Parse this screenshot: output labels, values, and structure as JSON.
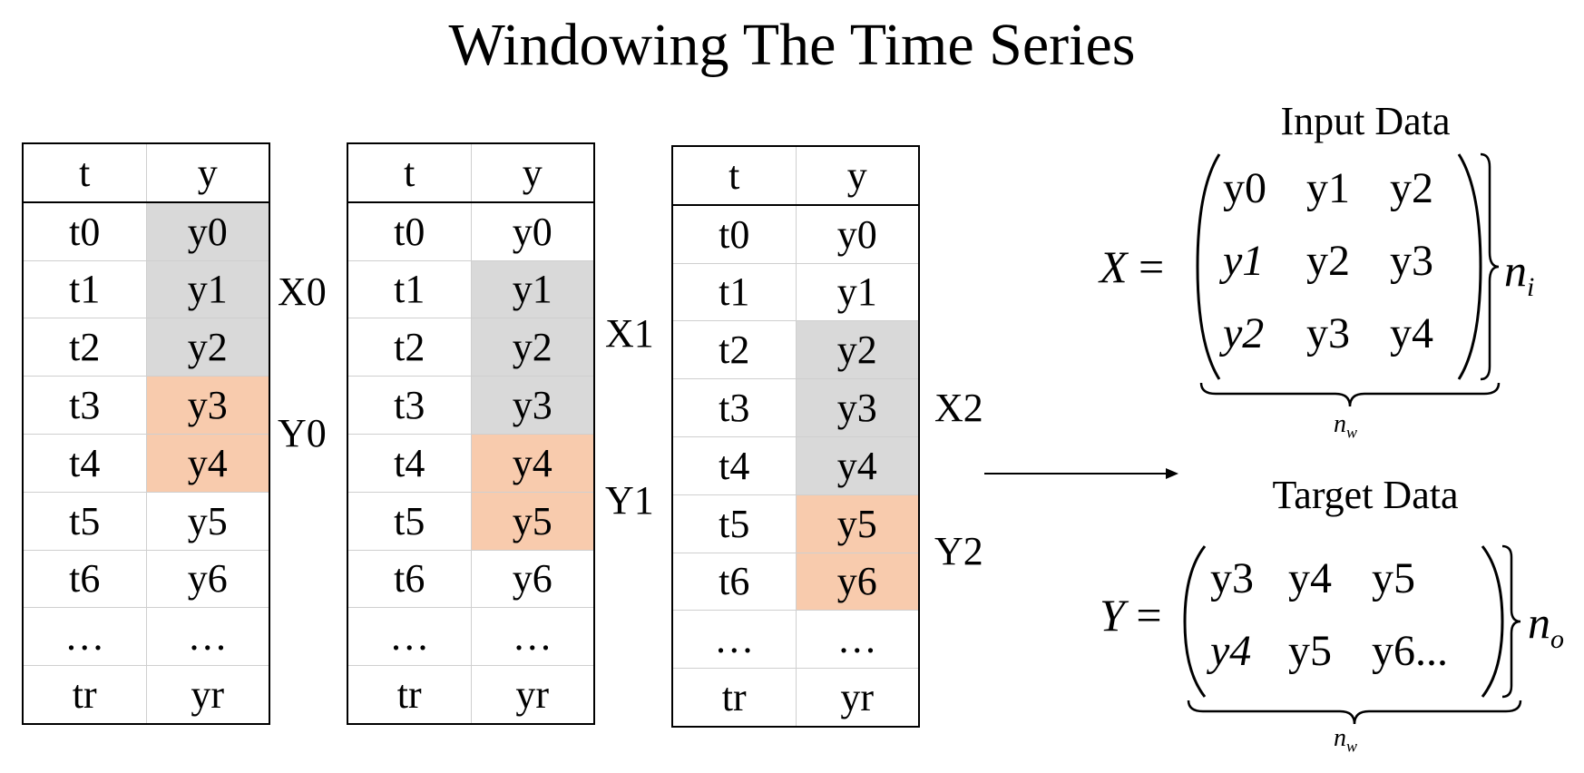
{
  "title": "Windowing The Time Series",
  "colors": {
    "input_highlight": "#d9d9d9",
    "target_highlight": "#f8cbad"
  },
  "tables": [
    {
      "header": [
        "t",
        "y"
      ],
      "rows": [
        [
          "t0",
          "y0"
        ],
        [
          "t1",
          "y1"
        ],
        [
          "t2",
          "y2"
        ],
        [
          "t3",
          "y3"
        ],
        [
          "t4",
          "y4"
        ],
        [
          "t5",
          "y5"
        ],
        [
          "t6",
          "y6"
        ],
        [
          "…",
          "…"
        ],
        [
          "tr",
          "yr"
        ]
      ],
      "x_rows": [
        0,
        1,
        2
      ],
      "y_rows": [
        3,
        4
      ],
      "x_label": "X0",
      "y_label": "Y0"
    },
    {
      "header": [
        "t",
        "y"
      ],
      "rows": [
        [
          "t0",
          "y0"
        ],
        [
          "t1",
          "y1"
        ],
        [
          "t2",
          "y2"
        ],
        [
          "t3",
          "y3"
        ],
        [
          "t4",
          "y4"
        ],
        [
          "t5",
          "y5"
        ],
        [
          "t6",
          "y6"
        ],
        [
          "…",
          "…"
        ],
        [
          "tr",
          "yr"
        ]
      ],
      "x_rows": [
        1,
        2,
        3
      ],
      "y_rows": [
        4,
        5
      ],
      "x_label": "X1",
      "y_label": "Y1"
    },
    {
      "header": [
        "t",
        "y"
      ],
      "rows": [
        [
          "t0",
          "y0"
        ],
        [
          "t1",
          "y1"
        ],
        [
          "t2",
          "y2"
        ],
        [
          "t3",
          "y3"
        ],
        [
          "t4",
          "y4"
        ],
        [
          "t5",
          "y5"
        ],
        [
          "t6",
          "y6"
        ],
        [
          "…",
          "…"
        ],
        [
          "tr",
          "yr"
        ]
      ],
      "x_rows": [
        2,
        3,
        4
      ],
      "y_rows": [
        5,
        6
      ],
      "x_label": "X2",
      "y_label": "Y2"
    }
  ],
  "input": {
    "caption": "Input Data",
    "var": "X",
    "matrix": [
      [
        "y0",
        "y1",
        "y2"
      ],
      [
        "y1",
        "y2",
        "y3"
      ],
      [
        "y2",
        "y3",
        "y4"
      ]
    ],
    "row_count_label": "n",
    "row_count_sub": "i",
    "col_count_label": "n",
    "col_count_sub": "w"
  },
  "target": {
    "caption": "Target Data",
    "var": "Y",
    "matrix": [
      [
        "y3",
        "y4",
        "y5"
      ],
      [
        "y4",
        "y5",
        "y6..."
      ]
    ],
    "row_count_label": "n",
    "row_count_sub": "o",
    "col_count_label": "n",
    "col_count_sub": "w"
  }
}
